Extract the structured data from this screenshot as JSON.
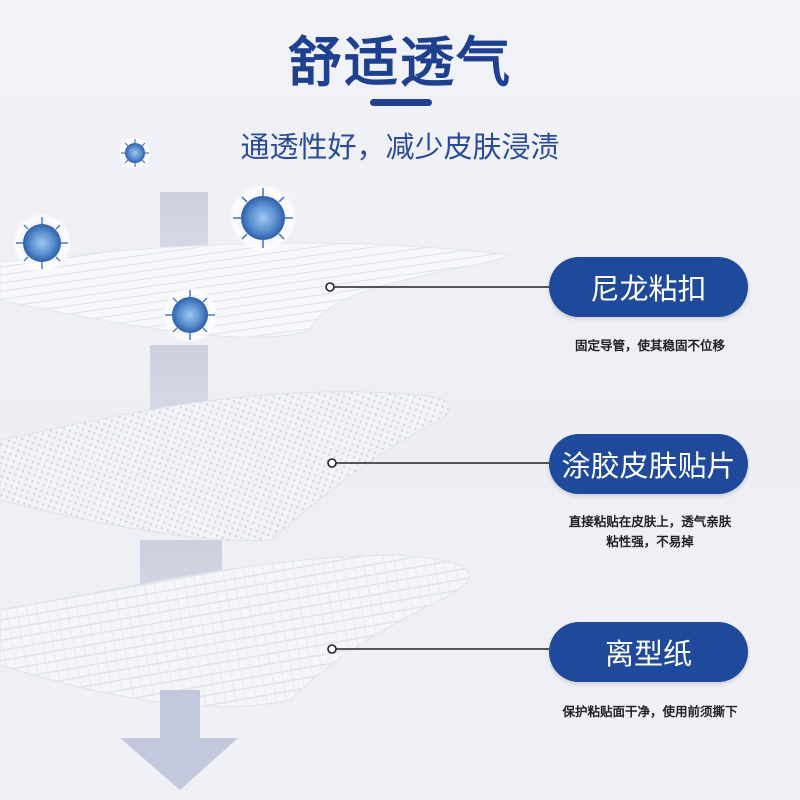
{
  "header": {
    "title": "舒适透气",
    "subtitle": "通透性好，减少皮肤浸渍"
  },
  "layers": [
    {
      "label": "尼龙粘扣",
      "description": "固定导管，使其稳固不位移"
    },
    {
      "label": "涂胶皮肤贴片",
      "description_lines": [
        "直接粘贴在皮肤上，透气亲肤",
        "粘性强，不易掉"
      ]
    },
    {
      "label": "离型纸",
      "description": "保护粘贴面干净，使用前须撕下"
    }
  ],
  "colors": {
    "accent": "#1f4a9c",
    "title": "#1f3f8f",
    "virus": "#5a8fd0",
    "arrow": "#c3c8dc"
  },
  "icons": [
    "virus-icon",
    "down-arrow-icon"
  ]
}
